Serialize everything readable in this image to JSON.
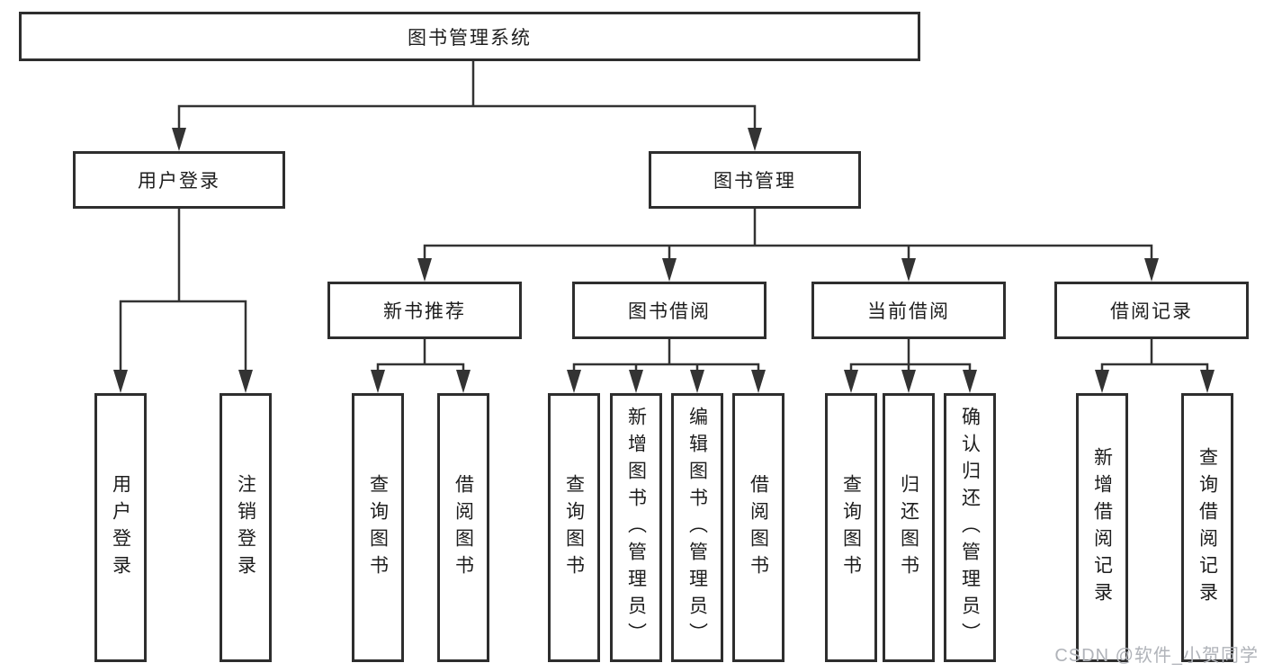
{
  "diagram": {
    "root": {
      "label": "图书管理系统",
      "children": [
        {
          "label": "用户登录",
          "children": [
            {
              "label": "用户登录"
            },
            {
              "label": "注销登录"
            }
          ]
        },
        {
          "label": "图书管理",
          "children": [
            {
              "label": "新书推荐",
              "children": [
                {
                  "label": "查询图书"
                },
                {
                  "label": "借阅图书"
                }
              ]
            },
            {
              "label": "图书借阅",
              "children": [
                {
                  "label": "查询图书"
                },
                {
                  "label": "新增图书（管理员）"
                },
                {
                  "label": "编辑图书（管理员）"
                },
                {
                  "label": "借阅图书"
                }
              ]
            },
            {
              "label": "当前借阅",
              "children": [
                {
                  "label": "查询图书"
                },
                {
                  "label": "归还图书"
                },
                {
                  "label": "确认归还（管理员）"
                }
              ]
            },
            {
              "label": "借阅记录",
              "children": [
                {
                  "label": "新增借阅记录"
                },
                {
                  "label": "查询借阅记录"
                }
              ]
            }
          ]
        }
      ]
    }
  },
  "watermark": {
    "text": "CSDN @软件_小贺同学"
  },
  "colors": {
    "line": "#333333",
    "box_border": "#2e2e2e",
    "text": "#1d1d1d",
    "watermark": "#b0b3b9",
    "background": "#ffffff"
  }
}
